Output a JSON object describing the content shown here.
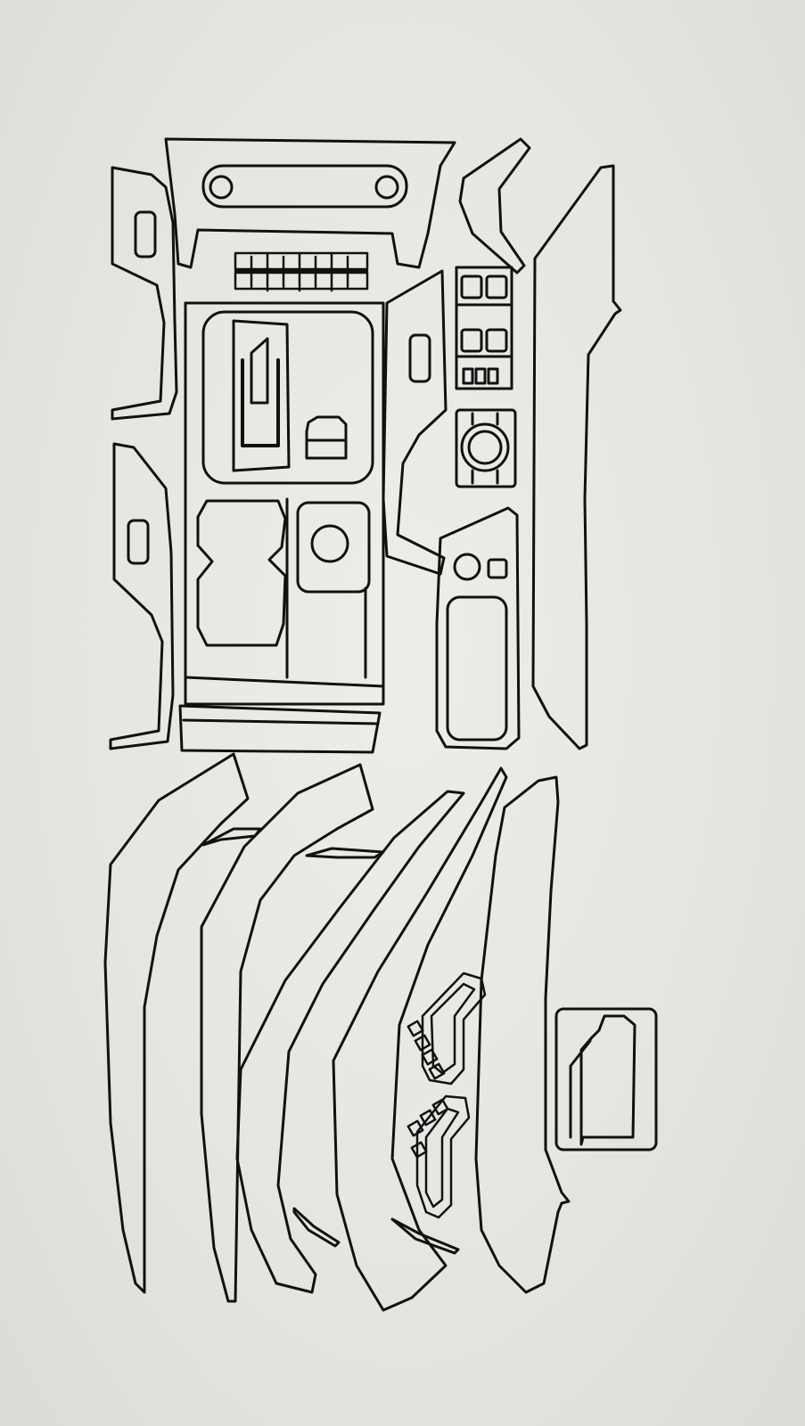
{
  "diagram": {
    "description_visible_text": "",
    "colors": {
      "background": "#e7e6e2",
      "outline": "#111111"
    },
    "parts": [
      "center-console-top-panel",
      "left-dash-side-panel",
      "right-dash-trim-panel",
      "left-knee-panel",
      "gear-shifter-surround",
      "cupholder-panel",
      "armrest-front-strip",
      "front-window-switch-panel",
      "rear-window-switch-panel",
      "long-dash-strip",
      "door-trim-strip-1",
      "door-trim-strip-2",
      "door-trim-strip-3",
      "door-trim-strip-4",
      "door-trim-strip-5",
      "seat-switch-panel-upper",
      "seat-switch-panel-lower",
      "small-square-panel"
    ]
  }
}
